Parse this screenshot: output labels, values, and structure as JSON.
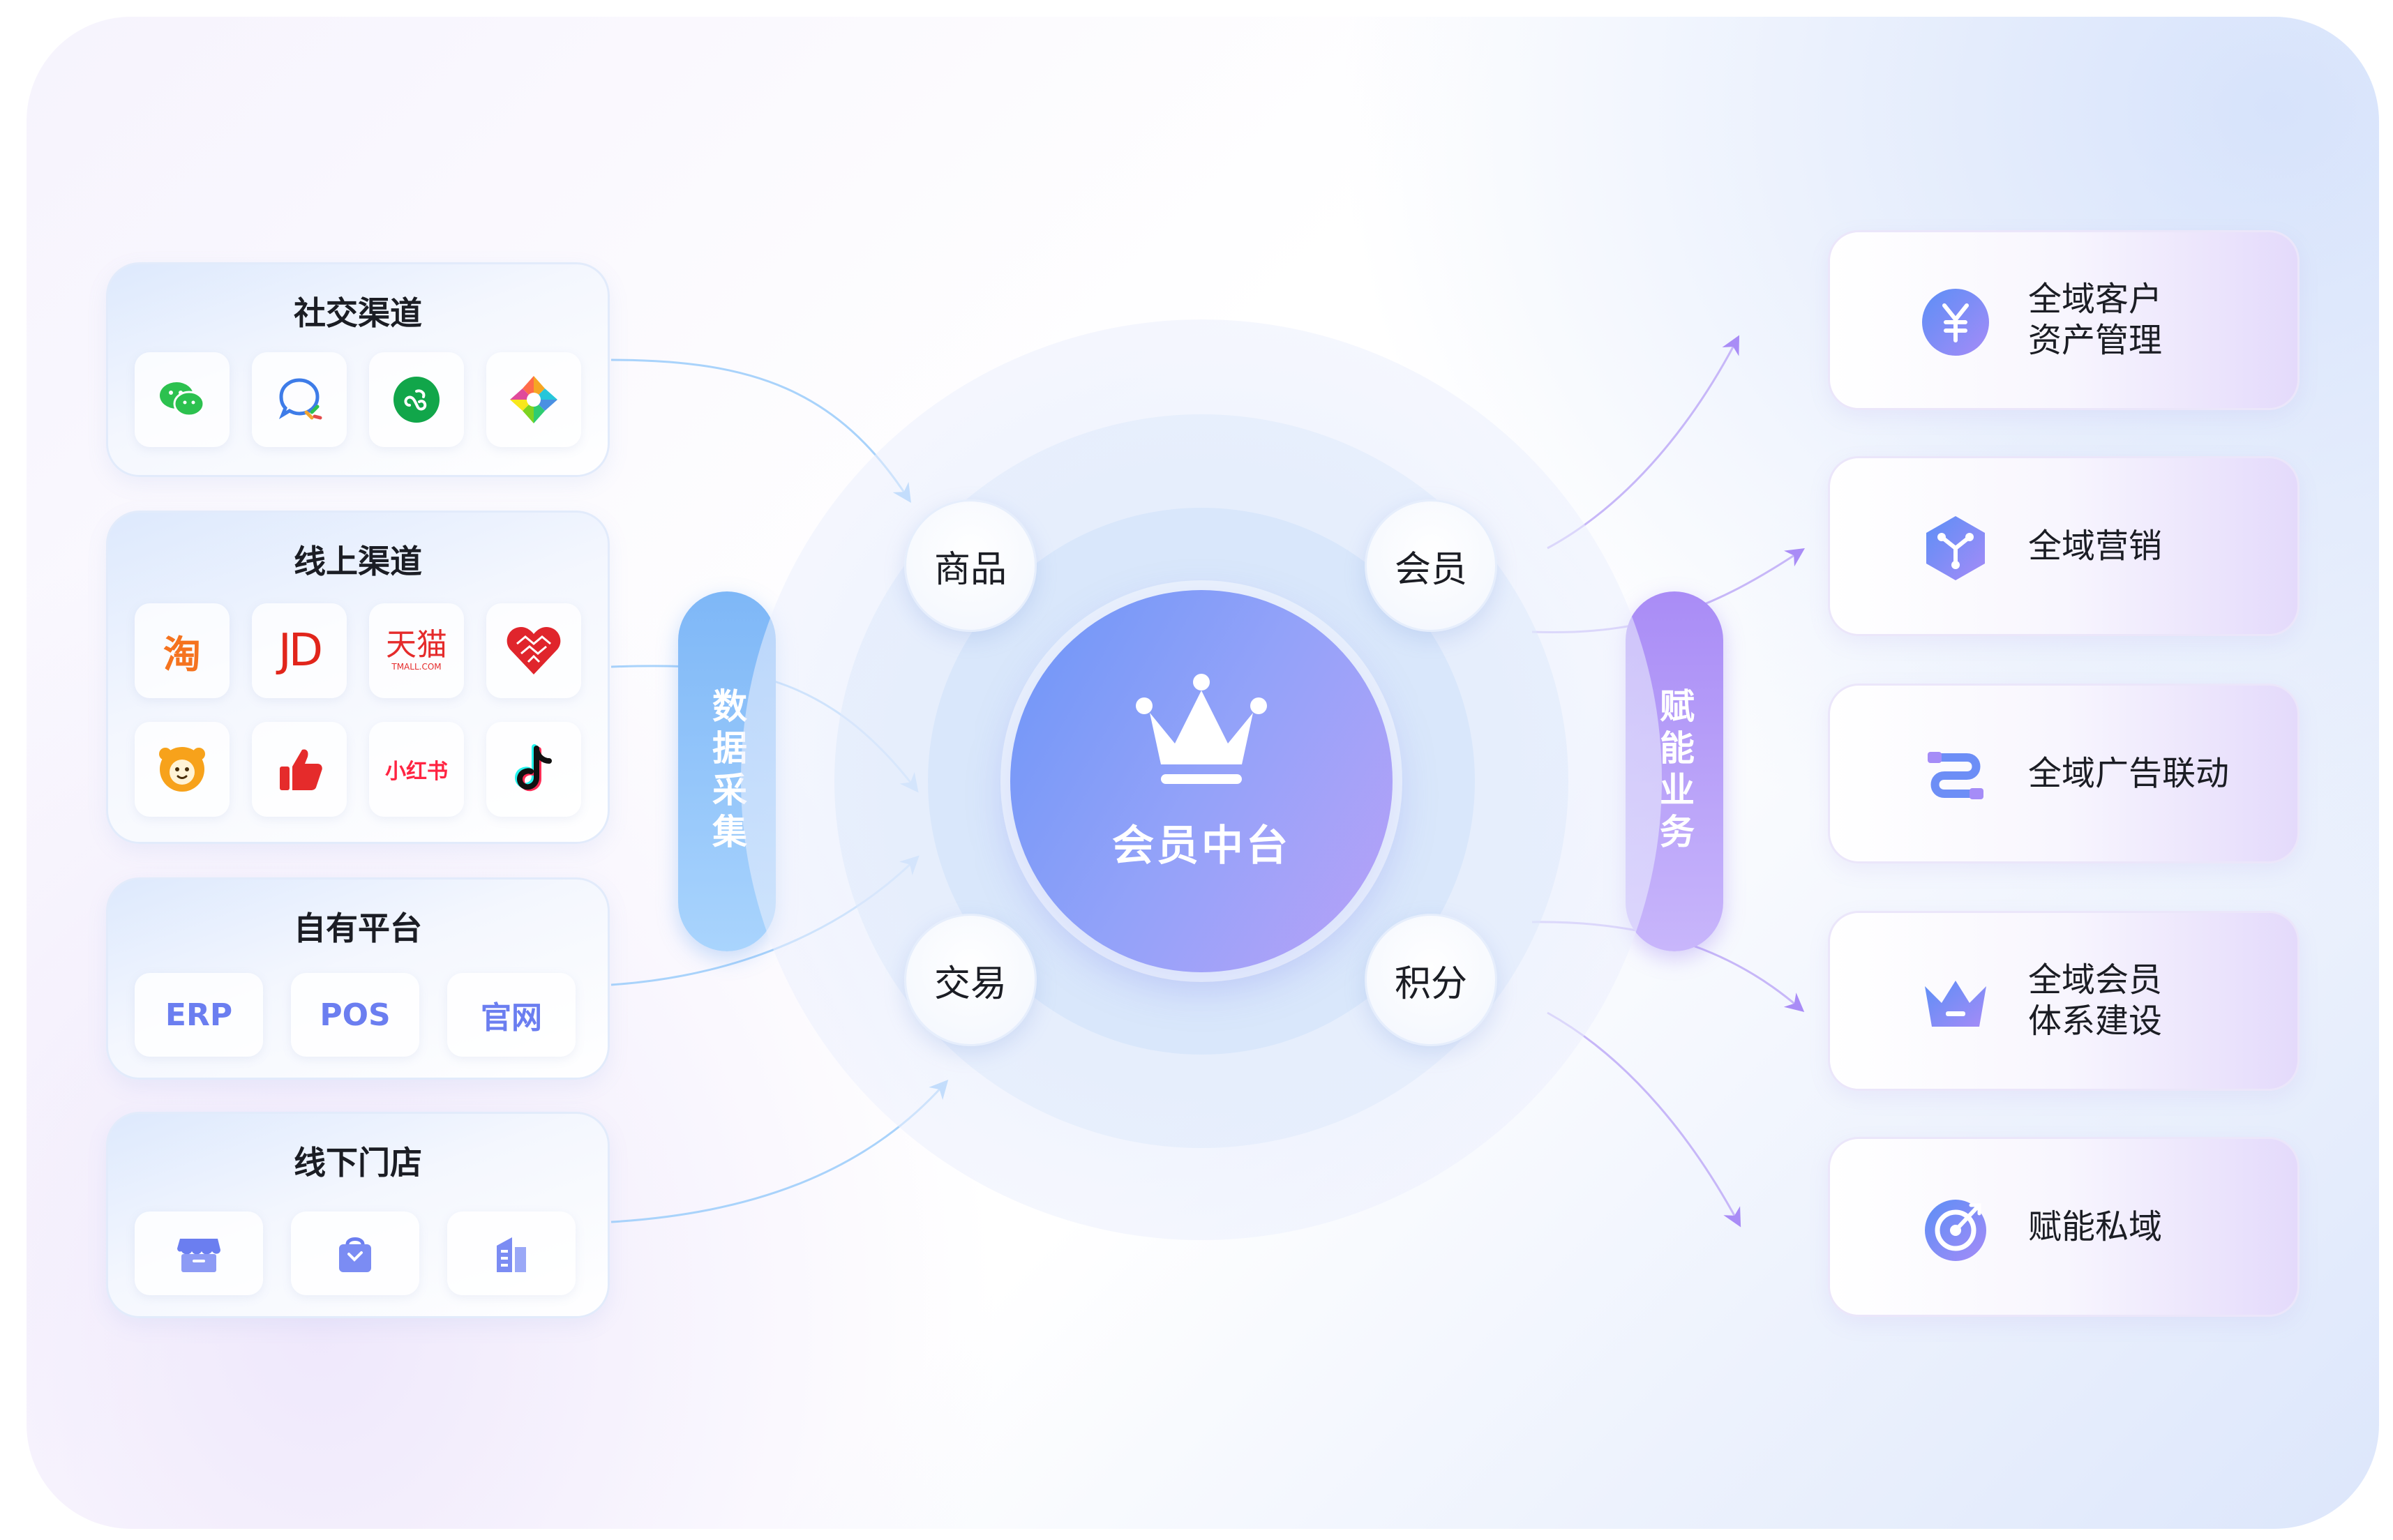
{
  "sources": [
    {
      "title": "社交渠道",
      "icons": [
        "wechat-icon",
        "chat-bubble-icon",
        "mini-program-icon",
        "shutter-aperture-icon"
      ]
    },
    {
      "title": "线上渠道",
      "icons": [
        "taobao-icon",
        "jd-icon",
        "tmall-icon",
        "pinduoduo-icon",
        "suning-icon",
        "thumbs-up-icon",
        "xiaohongshu-icon",
        "douyin-icon"
      ],
      "icon_text": {
        "taobao": "淘",
        "jd": "JD",
        "tmall_main": "天猫",
        "tmall_sub": "TMALL.COM",
        "xiaohongshu": "小红书"
      }
    },
    {
      "title": "自有平台",
      "items": [
        "ERP",
        "POS",
        "官网"
      ]
    },
    {
      "title": "线下门店",
      "icons": [
        "storefront-icon",
        "shopping-bag-icon",
        "building-icon"
      ]
    }
  ],
  "collect_label": "数据采集",
  "empower_label": "赋能业务",
  "center": {
    "label": "会员中台",
    "nodes": {
      "top_left": "商品",
      "top_right": "会员",
      "bottom_left": "交易",
      "bottom_right": "积分"
    }
  },
  "services": [
    {
      "lines": [
        "全域客户",
        "资产管理"
      ],
      "icon": "yuan-coin-icon"
    },
    {
      "lines": [
        "全域营销"
      ],
      "icon": "cube-network-icon"
    },
    {
      "lines": [
        "全域广告联动"
      ],
      "icon": "link-route-icon"
    },
    {
      "lines": [
        "全域会员",
        "体系建设"
      ],
      "icon": "crown-icon"
    },
    {
      "lines": [
        "赋能私域"
      ],
      "icon": "target-icon"
    }
  ],
  "colors": {
    "accent_blue": "#7eb7f7",
    "accent_purple": "#a98cf6",
    "core_start": "#6d95f7",
    "core_end": "#b8a1f8"
  }
}
